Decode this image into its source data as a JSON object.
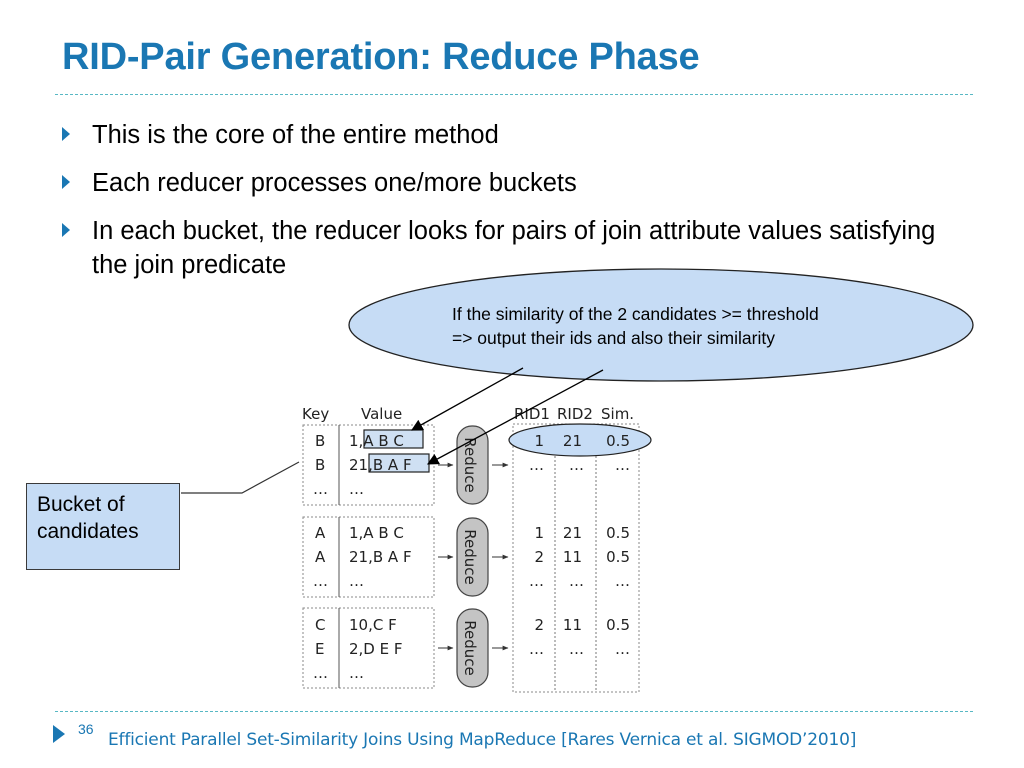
{
  "slide": {
    "title": "RID-Pair Generation: Reduce Phase",
    "bullets": [
      "This is the core of the entire method",
      "Each reducer processes one/more buckets",
      "In each bucket, the reducer looks for pairs of join attribute values satisfying the join predicate"
    ],
    "callout": {
      "line1": "If the similarity of the 2 candidates >= threshold",
      "line2": "=> output their ids and also their similarity"
    },
    "bucket_label": {
      "line1": "Bucket of",
      "line2": "candidates"
    },
    "page_number": "36",
    "footer": "Efficient Parallel Set-Similarity Joins Using MapReduce [Rares Vernica et al. SIGMOD’2010]"
  },
  "figure": {
    "input_headers": {
      "key": "Key",
      "value": "Value"
    },
    "output_headers": {
      "rid1": "RID1",
      "rid2": "RID2",
      "sim": "Sim."
    },
    "reduce_label": "Reduce",
    "groups": [
      {
        "rows": [
          {
            "key": "B",
            "value": "1,A B C"
          },
          {
            "key": "B",
            "value": "21,B A F"
          },
          {
            "key": "…",
            "value": "…"
          }
        ],
        "outputs": [
          {
            "rid1": "1",
            "rid2": "21",
            "sim": "0.5"
          },
          {
            "rid1": "…",
            "rid2": "…",
            "sim": "…"
          },
          {
            "rid1": "",
            "rid2": "",
            "sim": ""
          }
        ]
      },
      {
        "rows": [
          {
            "key": "A",
            "value": "1,A B C"
          },
          {
            "key": "A",
            "value": "21,B A F"
          },
          {
            "key": "…",
            "value": "…"
          }
        ],
        "outputs": [
          {
            "rid1": "1",
            "rid2": "21",
            "sim": "0.5"
          },
          {
            "rid1": "2",
            "rid2": "11",
            "sim": "0.5"
          },
          {
            "rid1": "…",
            "rid2": "…",
            "sim": "…"
          }
        ]
      },
      {
        "rows": [
          {
            "key": "C",
            "value": "10,C F"
          },
          {
            "key": "E",
            "value": "2,D E F"
          },
          {
            "key": "…",
            "value": "…"
          }
        ],
        "outputs": [
          {
            "rid1": "2",
            "rid2": "11",
            "sim": "0.5"
          },
          {
            "rid1": "…",
            "rid2": "…",
            "sim": "…"
          },
          {
            "rid1": "",
            "rid2": "",
            "sim": ""
          }
        ]
      }
    ]
  },
  "colors": {
    "accent": "#1a77b3",
    "callout_fill": "#c6dcf5",
    "highlight_fill": "#cfe0f3",
    "reduce_fill": "#c4c4c4",
    "rule": "#58b8c4"
  }
}
